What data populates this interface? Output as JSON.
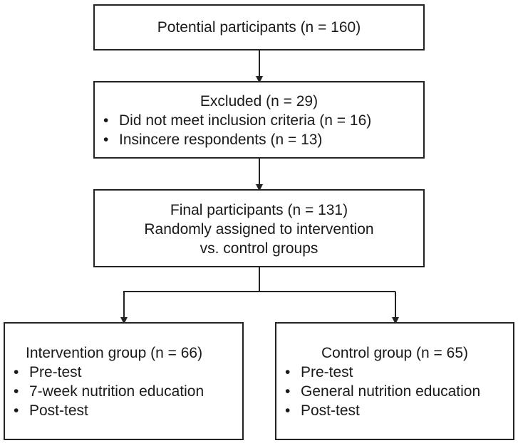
{
  "nodes": {
    "potential": {
      "title": "Potential participants (n = 160)"
    },
    "excluded": {
      "title": "Excluded (n = 29)",
      "items": [
        "Did not meet inclusion criteria (n = 16)",
        "Insincere respondents (n = 13)"
      ]
    },
    "final": {
      "lines": [
        "Final participants (n = 131)",
        "Randomly assigned to intervention",
        "vs. control groups"
      ]
    },
    "intervention": {
      "title": "Intervention group (n = 66)",
      "items": [
        "Pre-test",
        "7-week nutrition education",
        "Post-test"
      ]
    },
    "control": {
      "title": "Control group (n = 65)",
      "items": [
        "Pre-test",
        "General nutrition education",
        "Post-test"
      ]
    }
  },
  "bullet_glyph": "•"
}
